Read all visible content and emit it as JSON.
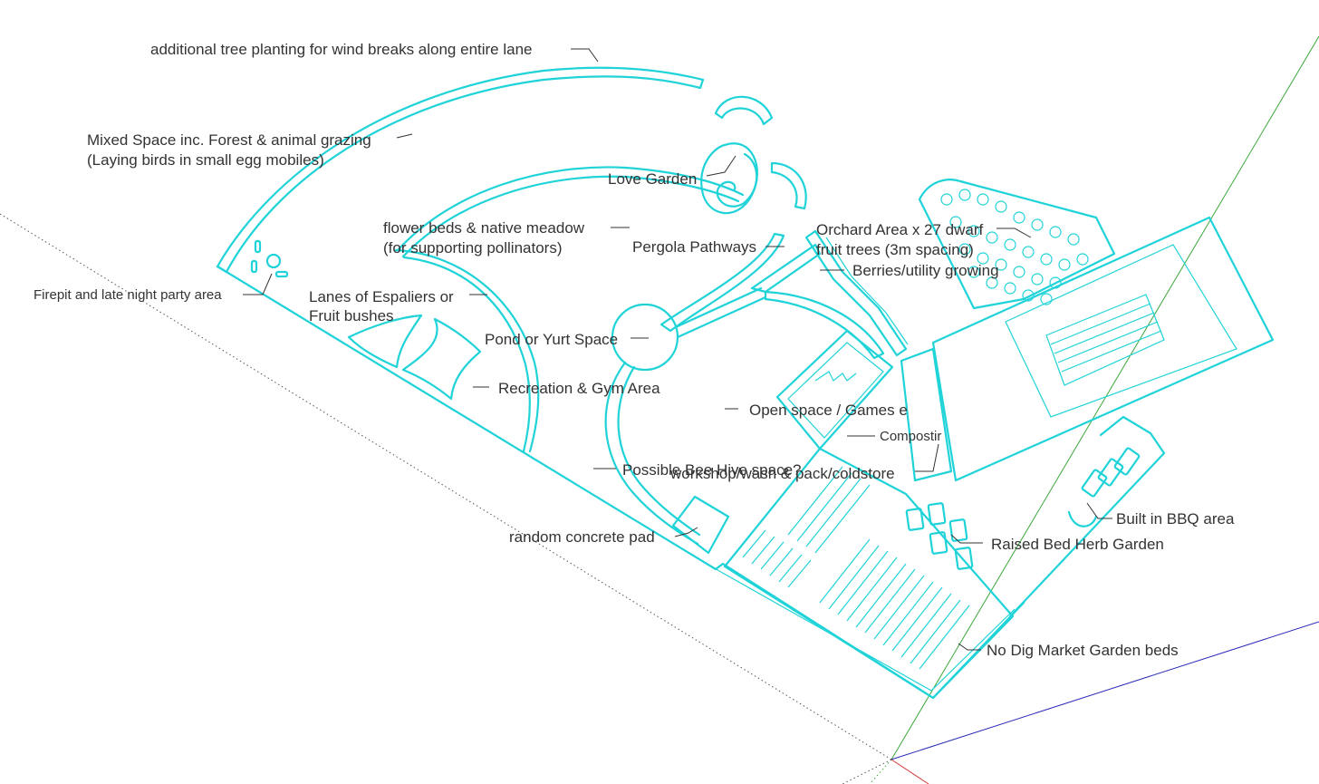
{
  "diagram": {
    "labels": {
      "wind_break": "additional tree planting for wind breaks along entire lane",
      "mixed_space_1": "Mixed Space inc. Forest & animal grazing",
      "mixed_space_2": "(Laying birds in small egg mobiles)",
      "love_garden": "Love Garden",
      "flower_beds_1": "flower beds & native meadow",
      "flower_beds_2": "(for supporting pollinators)",
      "pergola": "Pergola Pathways",
      "orchard_1": "Orchard Area x 27 dwarf",
      "orchard_2": "fruit trees (3m spacing)",
      "berries": "Berries/utility growing",
      "firepit": "Firepit and late night party area",
      "espaliers_1": "Lanes of Espaliers or",
      "espaliers_2": "Fruit bushes",
      "pond": "Pond or Yurt Space",
      "recreation": "Recreation & Gym Area",
      "open_space": "Open space / Games e",
      "compost": "Compostir",
      "bee_hive": "Possible Bee Hive space?",
      "workshop": "workshop/wash & pack/coldstore",
      "bbq": "Built in BBQ area",
      "concrete": "random concrete pad",
      "raised_bed": "Raised Bed Herb Garden",
      "no_dig": "No Dig Market Garden beds"
    },
    "axis_colors": {
      "green": "#3aa83a",
      "red": "#d23a3a",
      "blue": "#2a2ab8",
      "outline": "#1fd3d8",
      "text": "#333333"
    }
  }
}
